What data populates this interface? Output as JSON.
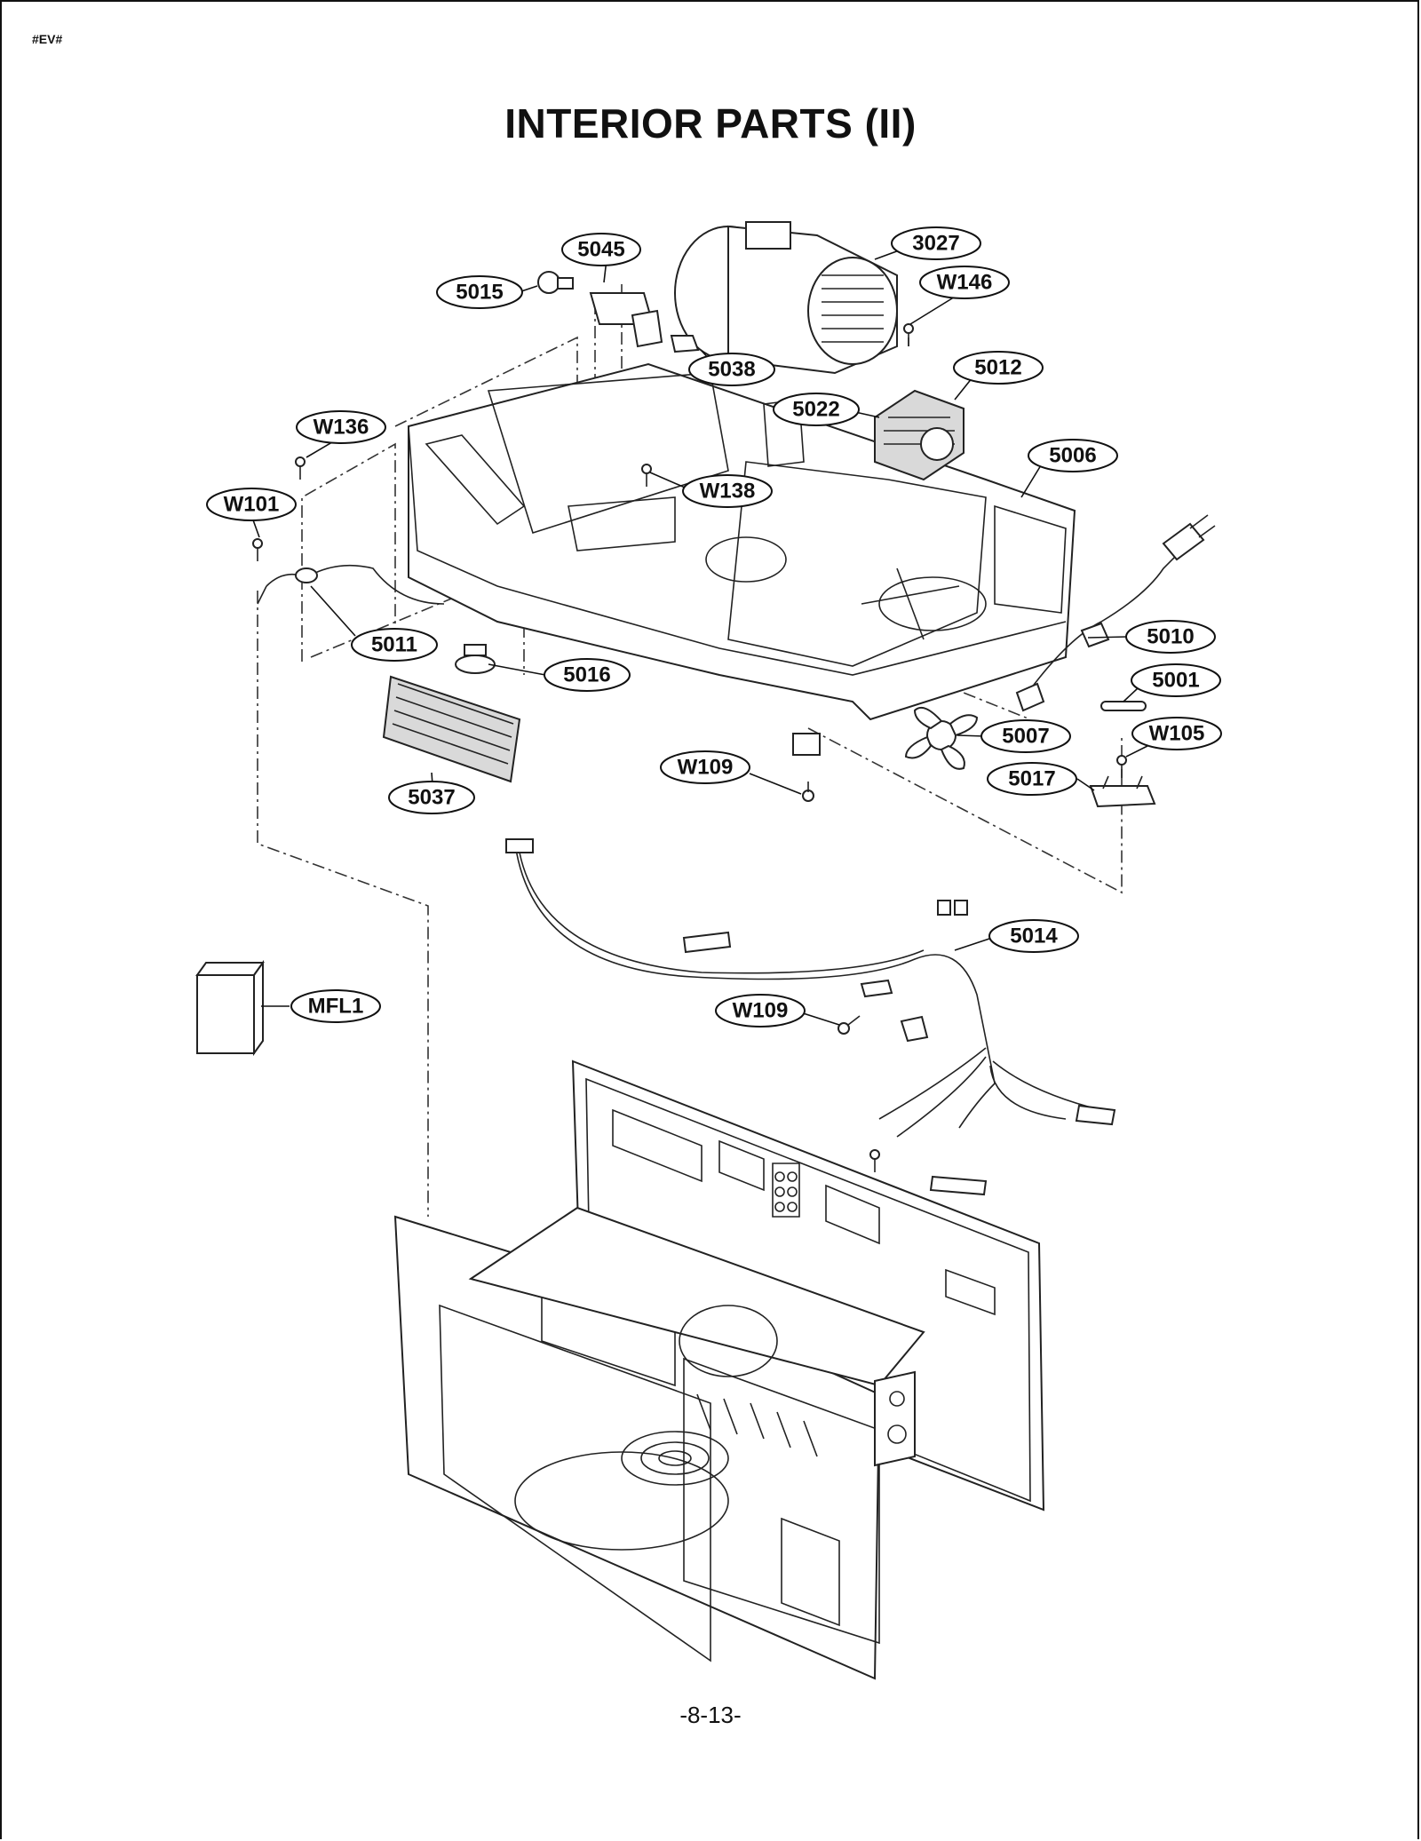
{
  "header": {
    "code": "#EV#"
  },
  "title": "INTERIOR PARTS (II)",
  "page_number": "-8-13-",
  "callouts": {
    "c5045": "5045",
    "c3027": "3027",
    "cW146": "W146",
    "c5015": "5015",
    "c5038": "5038",
    "c5012": "5012",
    "c5022": "5022",
    "cW136": "W136",
    "c5006": "5006",
    "cW138": "W138",
    "cW101": "W101",
    "c5010": "5010",
    "c5011": "5011",
    "c5001": "5001",
    "c5016": "5016",
    "cW105": "W105",
    "c5007": "5007",
    "cW109a": "W109",
    "c5017": "5017",
    "c5037": "5037",
    "c5014": "5014",
    "cMFL1": "MFL1",
    "cW109b": "W109"
  }
}
